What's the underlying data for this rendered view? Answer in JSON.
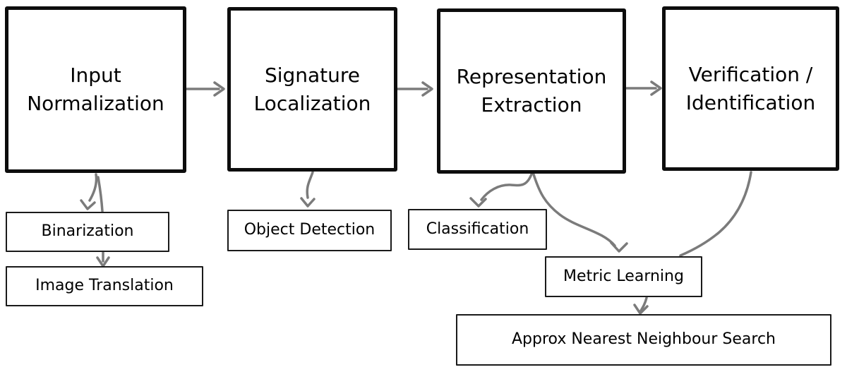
{
  "colors": {
    "background": "#ffffff",
    "box_border": "#0d0d0d",
    "arrow": "#7b7b7b",
    "text": "#000000"
  },
  "pipeline_stages": [
    {
      "label": "Input\nNormalization"
    },
    {
      "label": "Signature\nLocalization"
    },
    {
      "label": "Representation\nExtraction"
    },
    {
      "label": "Verification /\nIdentification"
    }
  ],
  "technique_nodes": [
    {
      "label": "Binarization"
    },
    {
      "label": "Image Translation"
    },
    {
      "label": "Object Detection"
    },
    {
      "label": "Classification"
    },
    {
      "label": "Metric Learning"
    },
    {
      "label": "Approx Nearest Neighbour Search"
    }
  ]
}
